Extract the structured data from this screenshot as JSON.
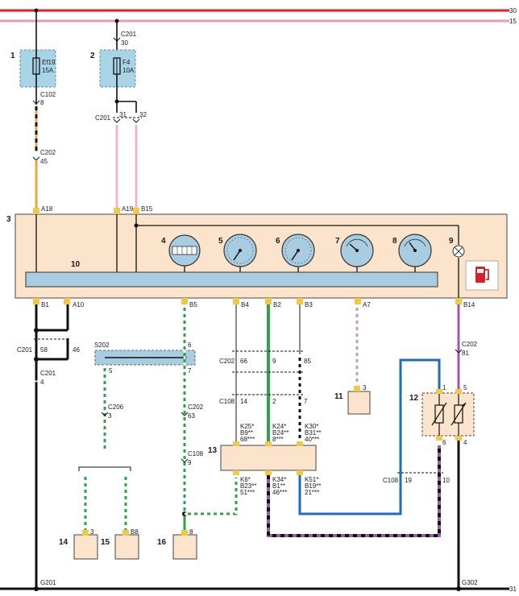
{
  "rails": {
    "top_30": "30",
    "top_15": "15",
    "bottom_31": "31"
  },
  "components": [
    {
      "id": "1",
      "label": "1"
    },
    {
      "id": "2",
      "label": "2"
    },
    {
      "id": "3",
      "label": "3"
    },
    {
      "id": "4",
      "label": "4"
    },
    {
      "id": "5",
      "label": "5"
    },
    {
      "id": "6",
      "label": "6"
    },
    {
      "id": "7",
      "label": "7"
    },
    {
      "id": "8",
      "label": "8"
    },
    {
      "id": "9",
      "label": "9"
    },
    {
      "id": "10",
      "label": "10"
    },
    {
      "id": "11",
      "label": "11"
    },
    {
      "id": "12",
      "label": "12"
    },
    {
      "id": "13",
      "label": "13"
    },
    {
      "id": "14",
      "label": "14"
    },
    {
      "id": "15",
      "label": "15"
    },
    {
      "id": "16",
      "label": "16"
    }
  ],
  "fuses": {
    "ef19": {
      "name": "Ef19",
      "rating": "15A"
    },
    "f4": {
      "name": "F4",
      "rating": "10A"
    }
  },
  "connectors": {
    "c201_30": {
      "name": "C201",
      "pin": "30"
    },
    "c102": {
      "name": "C102",
      "pin": "8"
    },
    "c202_45": {
      "name": "C202",
      "pin": "45"
    },
    "c201_31_32": {
      "name": "C201",
      "pin_a": "31",
      "pin_b": "32"
    },
    "c201_58_46": {
      "name": "C201",
      "pin_a": "58",
      "pin_b": "46"
    },
    "c201_4": {
      "name": "C201",
      "pin": "4"
    },
    "s202": {
      "name": "S202",
      "pin_a": "6",
      "pin_b": "5",
      "pin_c": "7"
    },
    "c206": {
      "name": "C206",
      "pin": "3"
    },
    "c202_63": {
      "name": "C202",
      "pin": "63"
    },
    "c108_9": {
      "name": "C108",
      "pin": "9"
    },
    "c202_66_9_85": {
      "name": "C202",
      "pin_a": "66",
      "pin_b": "9",
      "pin_c": "85"
    },
    "c108_14_2_7": {
      "name": "C108",
      "pin_a": "14",
      "pin_b": "2",
      "pin_c": "7"
    },
    "c202_81": {
      "name": "C202",
      "pin": "81"
    },
    "c108_19_10": {
      "name": "C108",
      "pin_a": "19",
      "pin_b": "10"
    }
  },
  "cluster_pins": {
    "a18": "A18",
    "a19": "A19",
    "b15": "B15",
    "b1": "B1",
    "a10": "A10",
    "b5": "B5",
    "b4": "B4",
    "b2": "B2",
    "b3": "B3",
    "a7": "A7",
    "b14": "B14"
  },
  "module13_pins": {
    "top": [
      [
        "K25*",
        "B9**",
        "68***"
      ],
      [
        "K24*",
        "B24**",
        "8***"
      ],
      [
        "K30*",
        "B31**",
        "40***"
      ]
    ],
    "bottom": [
      [
        "K6*",
        "B23**",
        "51***"
      ],
      [
        "K34*",
        "B1**",
        "46***"
      ],
      [
        "K51*",
        "B19**",
        "21***"
      ]
    ]
  },
  "sensor12_pins": {
    "p1": "1",
    "p5": "5",
    "p6": "6",
    "p4": "4"
  },
  "device_pins": {
    "d11": "3",
    "d14": "3",
    "d15": "B8",
    "d16": "8"
  },
  "grounds": {
    "g201": "G201",
    "g302": "G302"
  },
  "colors": {
    "rail_red": "#e0202a",
    "rail_pink": "#e49bb8",
    "cluster_fill": "#fbe3cc",
    "fuse_fill": "#a9d3e6",
    "bus_fill": "#a9cde0",
    "wire_orange": "#f2a23a",
    "wire_pink": "#f0b3c8",
    "wire_green": "#2fa34a",
    "wire_blue": "#1f6bc1",
    "wire_purple": "#9a5ab0",
    "wire_gray": "#8a8a8a",
    "wire_black": "#111111",
    "fuel_icon_red": "#d8202a"
  }
}
